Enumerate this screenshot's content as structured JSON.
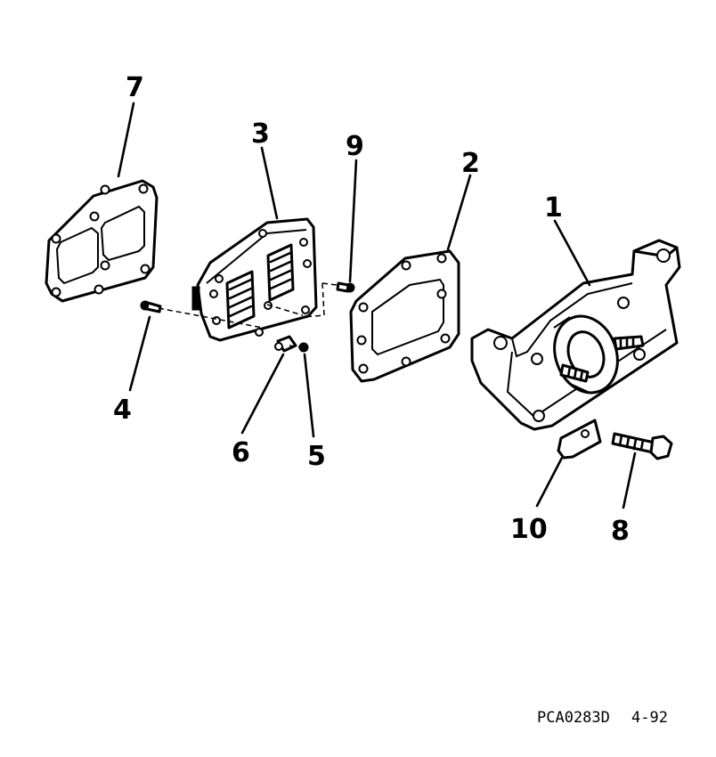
{
  "callouts": {
    "c1": "1",
    "c2": "2",
    "c3": "3",
    "c4": "4",
    "c5": "5",
    "c6": "6",
    "c7": "7",
    "c8": "8",
    "c9": "9",
    "c10": "10"
  },
  "footer": {
    "code": "PCA0283D",
    "date": "4-92"
  },
  "colors": {
    "ink": "#000000",
    "paper": "#ffffff"
  }
}
